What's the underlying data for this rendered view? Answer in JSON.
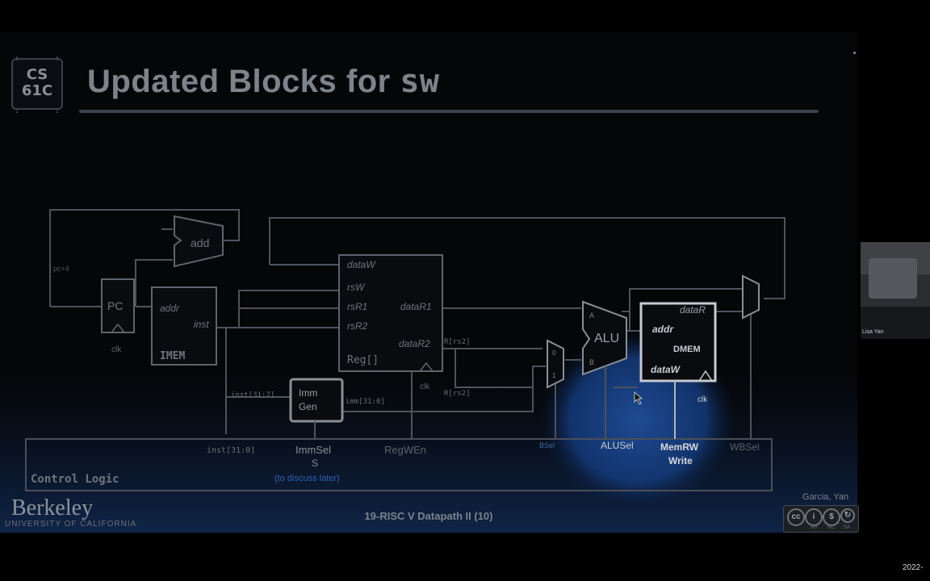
{
  "logo": {
    "line1": "CS",
    "line2": "61C"
  },
  "title": {
    "text": "Updated Blocks for ",
    "mono": "sw"
  },
  "diagram": {
    "add_label": "add",
    "pc_label": "PC",
    "pc4_label": "pc+4",
    "clk_pc": "clk",
    "imem": {
      "addr": "addr",
      "inst": "inst",
      "name": "IMEM"
    },
    "regfile": {
      "dataW": "dataW",
      "rsW": "rsW",
      "rsR1": "rsR1",
      "rsR2": "rsR2",
      "dataR1": "dataR1",
      "dataR2": "dataR2",
      "name": "Reg[]",
      "clk": "clk"
    },
    "rs2_label": "R[rs2]",
    "rs2_label_2": "R[rs2]",
    "imm_gen": {
      "line1": "Imm",
      "line2": "Gen"
    },
    "inst_31_7": "inst[31:7]",
    "imm_31_0": "imm[31:0]",
    "inst_31_0": "inst[31:0]",
    "alu": {
      "name": "ALU",
      "a": "A",
      "b": "B"
    },
    "mux_b_0": "0",
    "mux_b_1": "1",
    "dmem": {
      "addr": "addr",
      "dataR": "dataR",
      "name": "DMEM",
      "dataW": "dataW",
      "clk": "clk"
    },
    "control_logic": "Control Logic",
    "signals": {
      "immsel": "ImmSel",
      "immsel_s": "S",
      "to_discuss": "(to discuss later)",
      "regwen": "RegWEn",
      "bsel": "BSel",
      "alusel": "ALUSel",
      "memrw": "MemRW",
      "memrw_write": "Write",
      "wbsel": "WBSel"
    }
  },
  "footer": {
    "institution": "Berkeley",
    "institution_sub": "UNIVERSITY OF CALIFORNIA",
    "lecture": "19-RISC V Datapath II (10)",
    "authors": "Garcia, Yan",
    "cc_by": "BY",
    "cc_nc": "NC",
    "cc_sa": "SA"
  },
  "webcam": {
    "name": "Lisa Yan"
  },
  "date_stamp": "2022-",
  "colors": {
    "wire": "#5f636b",
    "text_dim": "#6f747c",
    "highlight_blue": "#1f4e9a",
    "highlight_box": "#c6c9ce"
  }
}
